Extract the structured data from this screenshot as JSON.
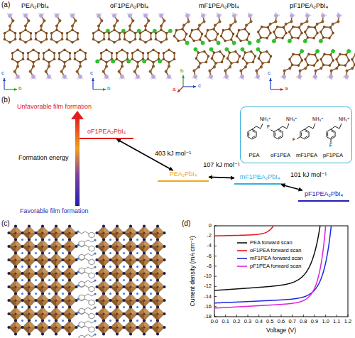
{
  "diagram": {
    "nodes": [
      {
        "text": [
          "oF1PEA₂PbI₄"
        ]
      },
      {
        "text": [
          "PEA₂PbI₄"
        ]
      },
      {
        "text": [
          "mF1PEA₂PbI₄"
        ]
      },
      {
        "text": [
          "pF1PEA₂PbI₄"
        ]
      },
      {
        "text": [
          "NH₃⁺",
          "PEA",
          "NH₃⁺",
          "F",
          "oF1PEA",
          "NH₃⁺",
          "F",
          "mF1PEA",
          "NH₃⁺",
          "F",
          "pF1PEA"
        ]
      }
    ],
    "edges": [
      {
        "from": 0,
        "to": 1,
        "label": "403 kJ mol⁻¹",
        "arrow": "both"
      },
      {
        "from": 1,
        "to": 2,
        "label": "107 kJ mol⁻¹",
        "arrow": "both"
      },
      {
        "from": 2,
        "to": 3,
        "label": "101 kJ mol⁻¹",
        "arrow": "both"
      }
    ],
    "labels": [
      "(a)",
      "PEA₂PbI₄",
      "oF1PEA₂PbI₄",
      "mF1PEA₂PbI₄",
      "pF1PEA₂PbI₄",
      "c",
      "b",
      "c",
      "b",
      "b",
      "a",
      "c",
      "c",
      "a",
      "(b)",
      "Unfavorable film formation",
      "Formation energy",
      "Favorable film formation",
      "(c)",
      "(d)",
      "0",
      "-2",
      "-4",
      "-6",
      "-8",
      "-10",
      "-12",
      "-14",
      "-16",
      "-18",
      "0.0",
      "0.1",
      "0.2",
      "0.3",
      "0.4",
      "0.5",
      "0.6",
      "0.7",
      "0.8",
      "0.9",
      "1.0",
      "1.1",
      "1.2",
      "Voltage (V)",
      "Current density (mA cm⁻²)"
    ],
    "legend": [
      {
        "text": "PEA forward scan"
      },
      {
        "text": "oF1PEA forward scan"
      },
      {
        "text": "mF1PEA forward scan"
      },
      {
        "text": "pF1PEA forward scan"
      }
    ]
  }
}
